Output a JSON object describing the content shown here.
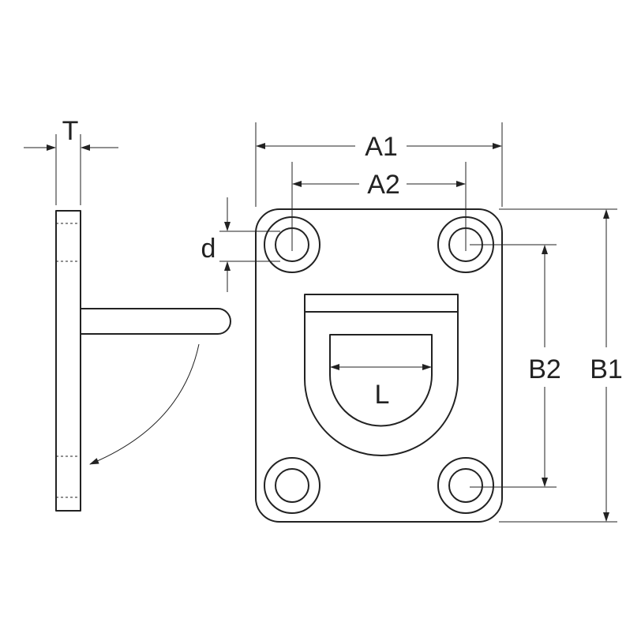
{
  "labels": {
    "T": "T",
    "A1": "A1",
    "A2": "A2",
    "d": "d",
    "L": "L",
    "B2": "B2",
    "B1": "B1"
  },
  "colors": {
    "line": "#222222",
    "background": "#ffffff"
  }
}
